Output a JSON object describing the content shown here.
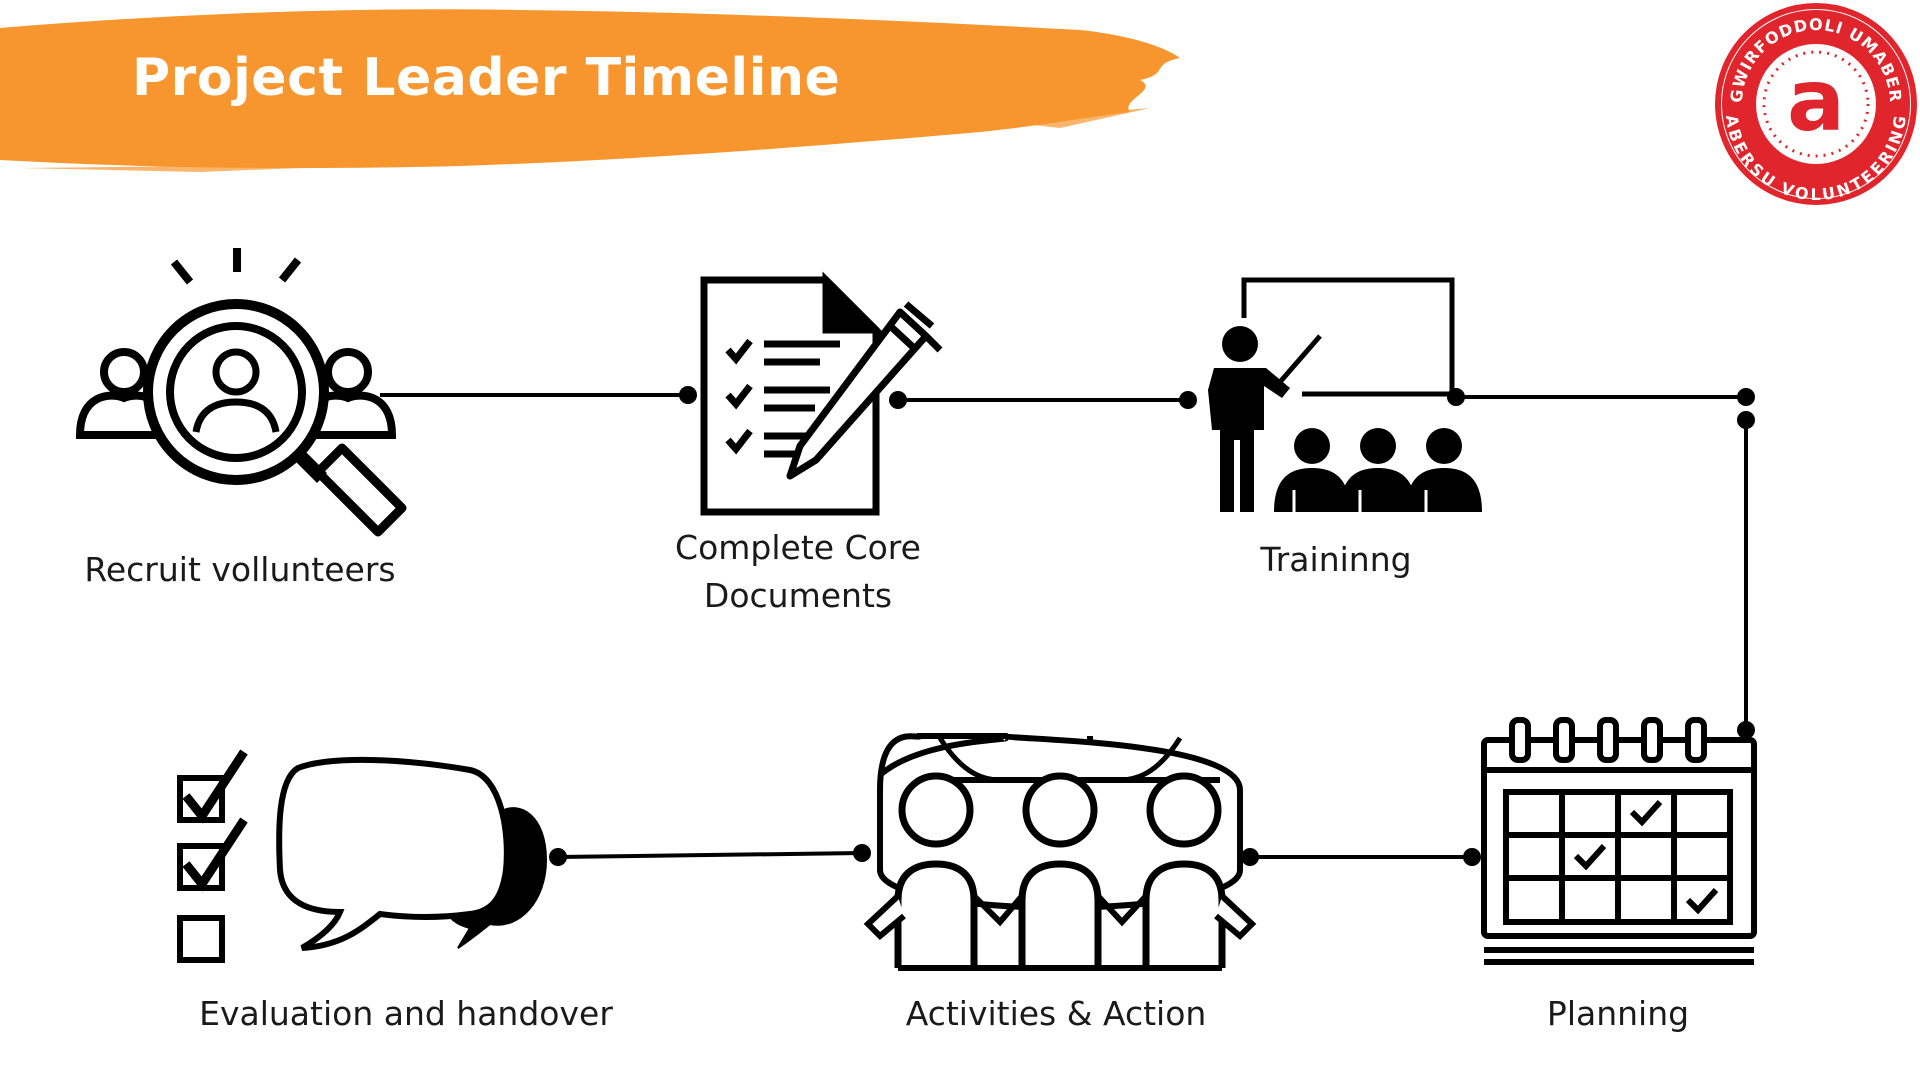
{
  "header": {
    "title": "Project Leader Timeline",
    "banner_color": "#F7962E"
  },
  "logo": {
    "top_text": "GWIRFODDOLI UMABER",
    "bottom_text": "ABERSU VOLUNTEERING",
    "letter": "a",
    "color": "#E0262C"
  },
  "steps": [
    {
      "id": "recruit",
      "icon": "recruit-magnifier-people-icon",
      "label_lines": [
        "Recruit vollunteers"
      ]
    },
    {
      "id": "documents",
      "icon": "document-checklist-pen-icon",
      "label_lines": [
        "Complete Core",
        "Documents"
      ]
    },
    {
      "id": "training",
      "icon": "presenter-whiteboard-audience-icon",
      "label_lines": [
        "Traininng"
      ]
    },
    {
      "id": "planning",
      "icon": "calendar-checks-icon",
      "label_lines": [
        "Planning"
      ]
    },
    {
      "id": "activities",
      "icon": "people-holding-hands-icon",
      "label_lines": [
        "Activities & Action"
      ]
    },
    {
      "id": "evaluation",
      "icon": "checklist-speech-bubble-icon",
      "label_lines": [
        "Evaluation and handover"
      ]
    }
  ],
  "line_color": "#000000"
}
